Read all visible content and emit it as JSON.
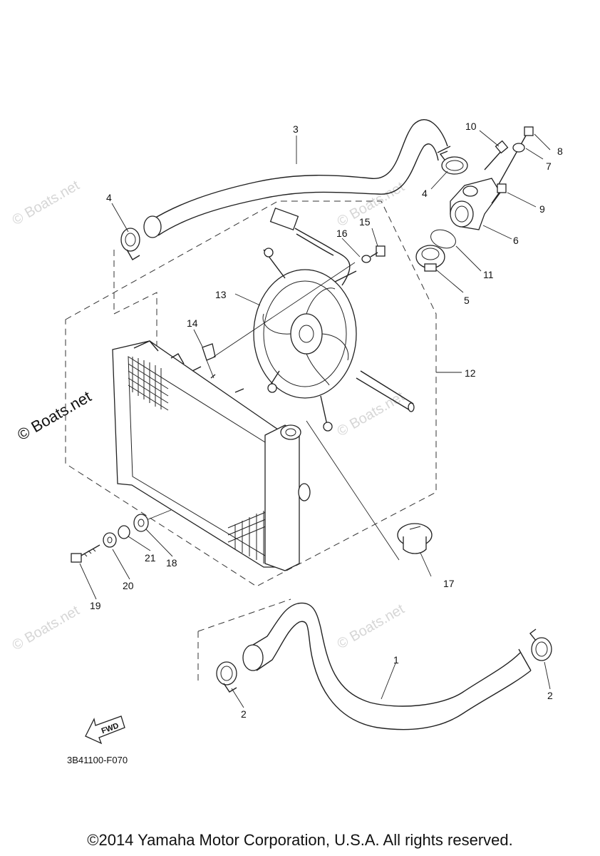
{
  "watermarks": {
    "brand_text": "© Boats.net",
    "prominent_text": "© Boats.net"
  },
  "callouts": [
    {
      "id": "c1",
      "label": "1"
    },
    {
      "id": "c2a",
      "label": "2"
    },
    {
      "id": "c2b",
      "label": "2"
    },
    {
      "id": "c3",
      "label": "3"
    },
    {
      "id": "c4a",
      "label": "4"
    },
    {
      "id": "c4b",
      "label": "4"
    },
    {
      "id": "c5",
      "label": "5"
    },
    {
      "id": "c6",
      "label": "6"
    },
    {
      "id": "c7",
      "label": "7"
    },
    {
      "id": "c8",
      "label": "8"
    },
    {
      "id": "c9",
      "label": "9"
    },
    {
      "id": "c10",
      "label": "10"
    },
    {
      "id": "c11",
      "label": "11"
    },
    {
      "id": "c12",
      "label": "12"
    },
    {
      "id": "c13",
      "label": "13"
    },
    {
      "id": "c14",
      "label": "14"
    },
    {
      "id": "c15",
      "label": "15"
    },
    {
      "id": "c16",
      "label": "16"
    },
    {
      "id": "c17",
      "label": "17"
    },
    {
      "id": "c18",
      "label": "18"
    },
    {
      "id": "c19",
      "label": "19"
    },
    {
      "id": "c20",
      "label": "20"
    },
    {
      "id": "c21",
      "label": "21"
    }
  ],
  "fwd_label": "FWD",
  "part_code": "3B41100-F070",
  "copyright": "©2014 Yamaha Motor Corporation, U.S.A. All rights reserved."
}
